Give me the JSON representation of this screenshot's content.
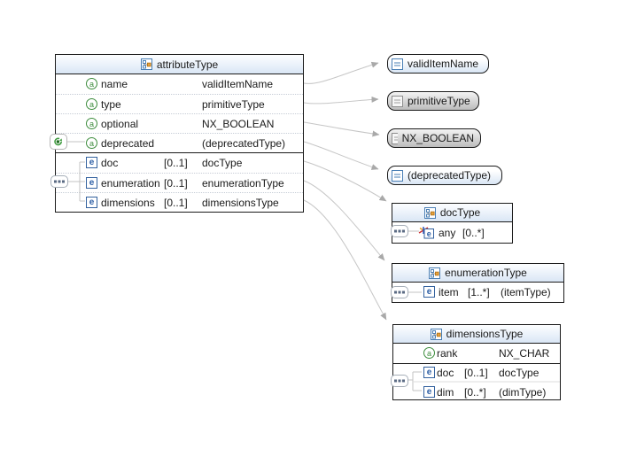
{
  "main": {
    "title": "attributeType",
    "attributes": [
      {
        "name": "name",
        "type": "validItemName"
      },
      {
        "name": "type",
        "type": "primitiveType"
      },
      {
        "name": "optional",
        "type": "NX_BOOLEAN"
      },
      {
        "name": "deprecated",
        "type": "(deprecatedType)"
      }
    ],
    "elements": [
      {
        "name": "doc",
        "card": "[0..1]",
        "type": "docType"
      },
      {
        "name": "enumeration",
        "card": "[0..1]",
        "type": "enumerationType"
      },
      {
        "name": "dimensions",
        "card": "[0..1]",
        "type": "dimensionsType"
      }
    ]
  },
  "type_pills": [
    {
      "label": "validItemName",
      "state": "active"
    },
    {
      "label": "primitiveType",
      "state": "grayed"
    },
    {
      "label": "NX_BOOLEAN",
      "state": "grayed"
    },
    {
      "label": "(deprecatedType)",
      "state": "active"
    }
  ],
  "doc_type": {
    "title": "docType",
    "row": {
      "name": "any",
      "card": "[0..*]"
    }
  },
  "enumeration_type": {
    "title": "enumerationType",
    "row": {
      "name": "item",
      "card": "[1..*]",
      "type": "(itemType)"
    }
  },
  "dimensions_type": {
    "title": "dimensionsType",
    "attributes": [
      {
        "name": "rank",
        "type": "NX_CHAR"
      }
    ],
    "elements": [
      {
        "name": "doc",
        "card": "[0..1]",
        "type": "docType"
      },
      {
        "name": "dim",
        "card": "[0..*]",
        "type": "(dimType)"
      }
    ]
  },
  "icons": {
    "attribute_letter": "a",
    "element_letter": "e"
  },
  "colors": {
    "box_border": "#1b1b1b",
    "header_tint": "#d9e6f5",
    "connector": "#c6c6c6",
    "arrowhead": "#a9a9a9",
    "attribute_green": "#3c8c3c",
    "element_blue": "#2d5fa6",
    "grayed_fill": "#bcbcbc"
  }
}
